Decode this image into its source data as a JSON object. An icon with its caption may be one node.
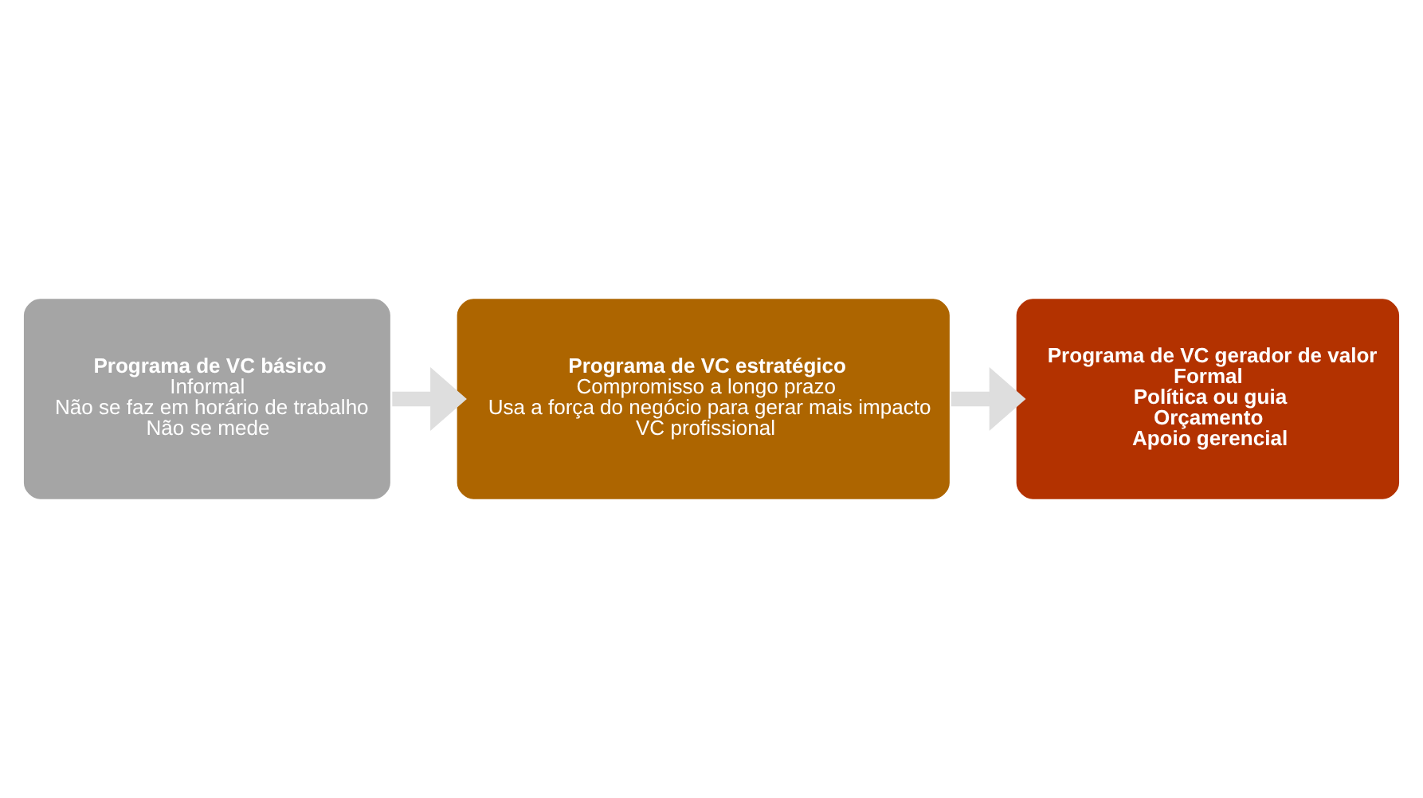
{
  "diagram": {
    "nodes": [
      {
        "text": [
          "Programa de VC básico",
          "Informal",
          "Não se faz em horário de trabalho",
          "Não se mede"
        ]
      },
      {
        "text": [
          "Programa de VC estratégico",
          "Compromisso a longo prazo",
          "Usa a força do negócio para gerar mais impacto",
          "VC profissional"
        ]
      },
      {
        "text": [
          "Programa de VC gerador de valor",
          "Formal",
          "Política ou guia",
          "Orçamento",
          "Apoio gerencial"
        ]
      }
    ],
    "edges": [
      {
        "from": 0,
        "to": 1,
        "arrow": "to"
      },
      {
        "from": 1,
        "to": 2,
        "arrow": "to"
      }
    ]
  }
}
